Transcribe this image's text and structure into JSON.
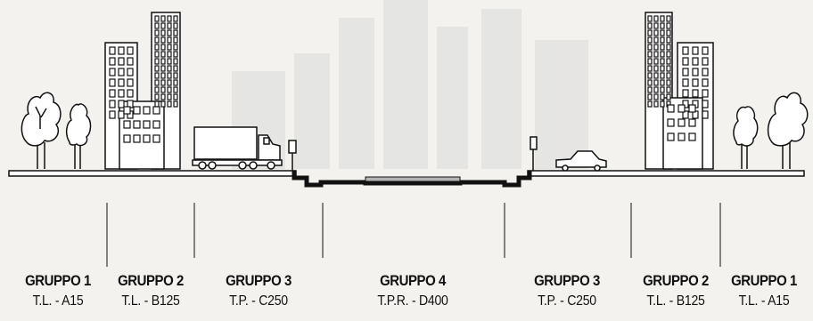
{
  "colors": {
    "background": "#f4f2ef",
    "ink": "#111111",
    "road_surface": "#b5b5b5"
  },
  "groups": [
    {
      "name": "GRUPPO 1",
      "load_class": "T.L. - A15"
    },
    {
      "name": "GRUPPO 2",
      "load_class": "T.L. - B125"
    },
    {
      "name": "GRUPPO 3",
      "load_class": "T.P. - C250"
    },
    {
      "name": "GRUPPO 4",
      "load_class": "T.P.R. - D400"
    },
    {
      "name": "GRUPPO 3",
      "load_class": "T.P. - C250"
    },
    {
      "name": "GRUPPO 2",
      "load_class": "T.L. - B125"
    },
    {
      "name": "GRUPPO 1",
      "load_class": "T.L. - A15"
    }
  ],
  "icons": {
    "trees": "tree-icon",
    "buildings": "building-icon",
    "truck": "truck-icon",
    "car": "car-icon",
    "bollards": "bollard-icon"
  }
}
